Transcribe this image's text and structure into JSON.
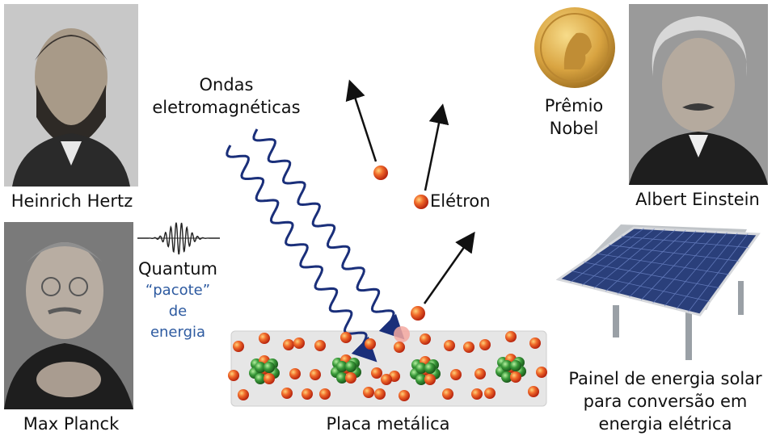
{
  "labels": {
    "hertz": "Heinrich Hertz",
    "planck": "Max Planck",
    "einstein": "Albert Einstein",
    "waves_line1": "Ondas",
    "waves_line2": "eletromagnéticas",
    "electron": "Elétron",
    "plate": "Placa metálica",
    "nobel_line1": "Prêmio",
    "nobel_line2": "Nobel",
    "quantum": "Quantum",
    "packet_line1": "“pacote”",
    "packet_line2": "de",
    "packet_line3": "energia",
    "solar_line1": "Painel de energia solar",
    "solar_line2": "para conversão em",
    "solar_line3": "energia elétrica"
  },
  "colors": {
    "wave": "#1a2f7a",
    "electron": "#e0452a",
    "nucleus_green": "#3a9a3a",
    "plate": "#e6e6e6",
    "panel": "#2a3f7a",
    "nobel_gold": "#d9a441"
  }
}
